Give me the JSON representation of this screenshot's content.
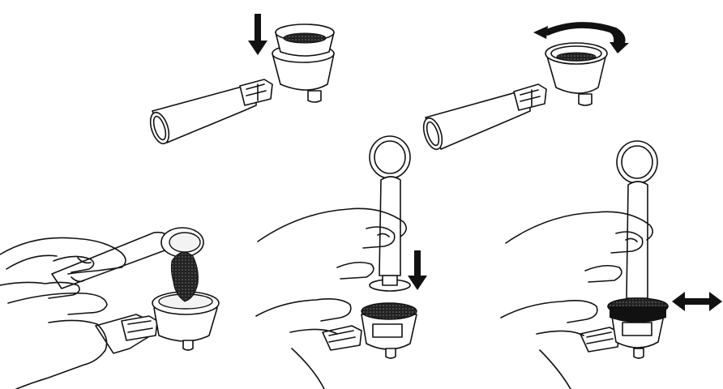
{
  "figure": {
    "steps": [
      {
        "id": "insert-filter",
        "arrow": "down"
      },
      {
        "id": "lock-filter",
        "arrow": "rotate"
      },
      {
        "id": "fill-coffee",
        "arrow": "none"
      },
      {
        "id": "press-tamper",
        "arrow": "down"
      },
      {
        "id": "tamp-level",
        "arrow": "left-right"
      }
    ],
    "colors": {
      "line": "#111111",
      "fill": "#ffffff",
      "arrow": "#111111",
      "coffee": "#111111"
    }
  }
}
